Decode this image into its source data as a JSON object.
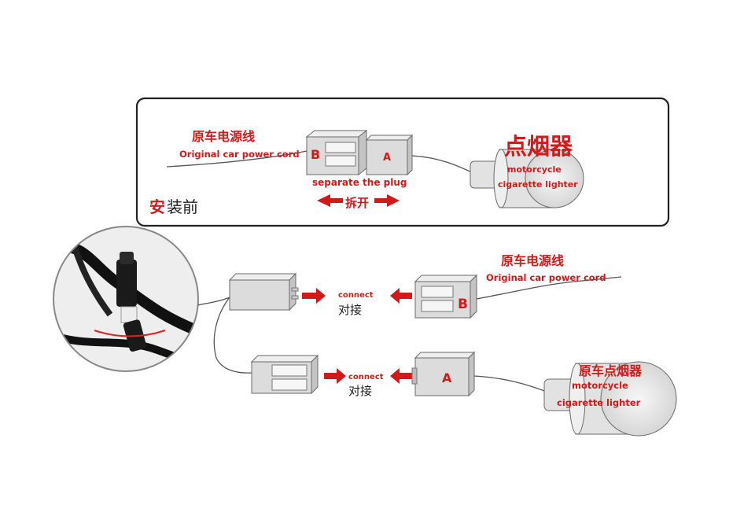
{
  "before": {
    "title_prefix": "安",
    "title_rest": "装前",
    "power_cord_cn": "原车电源线",
    "power_cord_en": "Original car power cord",
    "plug_b": "B",
    "plug_a": "A",
    "separate_en": "separate the plug",
    "separate_cn": "拆开",
    "lighter_cn": "点烟器",
    "lighter_en_1": "motorcycle",
    "lighter_en_2": "cigarette lighter"
  },
  "after": {
    "power_cord_cn": "原车电源线",
    "power_cord_en": "Original car power cord",
    "plug_b": "B",
    "plug_a": "A",
    "connect_en_1": "connect",
    "connect_cn_1": "对接",
    "connect_en_2": "connect",
    "connect_cn_2": "对接",
    "lighter_cn": "原车点烟器",
    "lighter_en_1": "motorcycle",
    "lighter_en_2": "cigarette lighter"
  },
  "colors": {
    "accent_red": "#d11a1a",
    "frame": "#222222"
  },
  "icons": [
    "arrow-left-icon",
    "arrow-right-icon",
    "connector-photo"
  ]
}
